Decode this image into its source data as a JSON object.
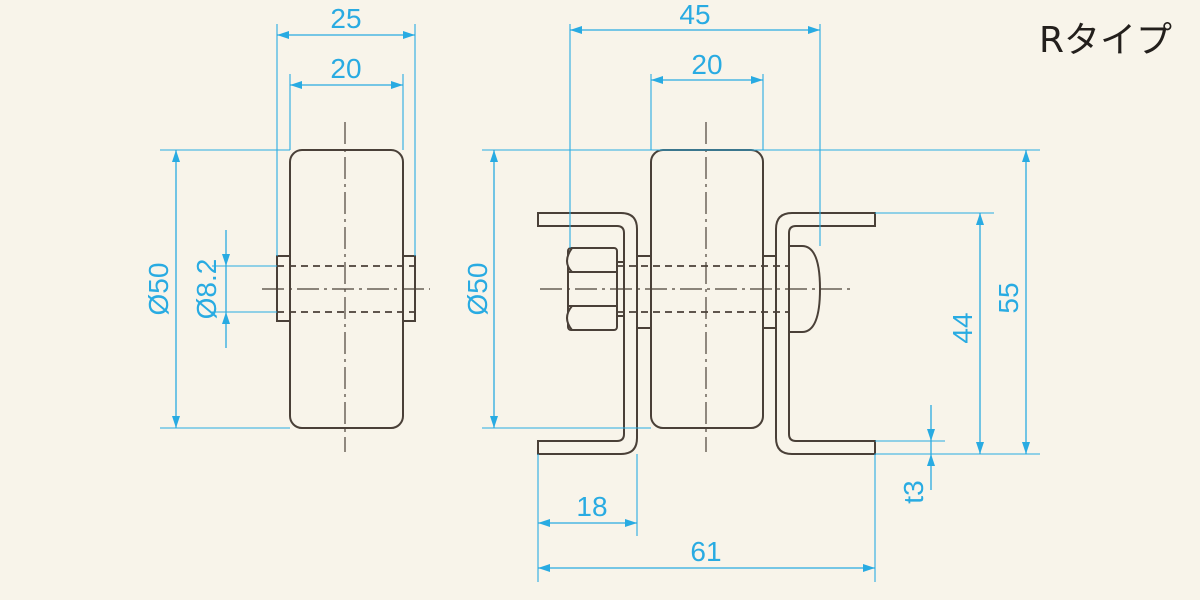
{
  "title": "Rタイプ",
  "dimensions": {
    "side_width_overall": "25",
    "side_width_wheel": "20",
    "side_diameter": "Ø50",
    "side_bore": "Ø8.2",
    "front_width_overall": "45",
    "front_width_wheel": "20",
    "front_diameter": "Ø50",
    "front_bracket_inner": "18",
    "front_base_length": "61",
    "front_height_inner": "44",
    "front_height_overall": "55",
    "front_thickness": "t3"
  },
  "colors": {
    "background": "#f8f4ea",
    "outline": "#4a4038",
    "dimension": "#29abe2",
    "title": "#231f1c"
  }
}
